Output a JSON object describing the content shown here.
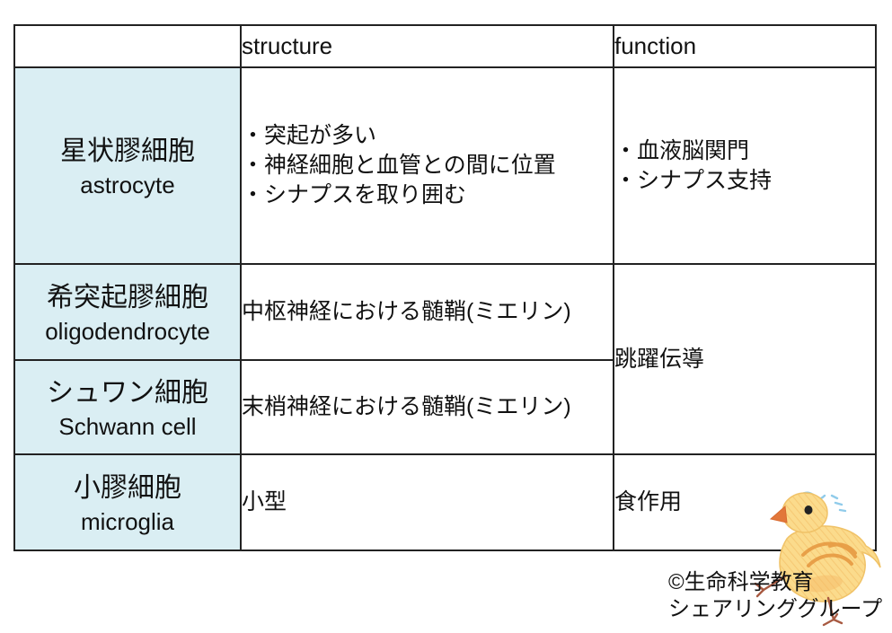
{
  "table": {
    "headers": [
      "",
      "structure",
      "function"
    ],
    "rows": [
      {
        "name_ja": "星状膠細胞",
        "name_en": "astrocyte",
        "structure_lines": [
          "・突起が多い",
          "・神経細胞と血管との間に位置",
          "・シナプスを取り囲む"
        ],
        "function_lines": [
          "・血液脳関門",
          "・シナプス支持"
        ]
      },
      {
        "name_ja": "希突起膠細胞",
        "name_en": "oligodendrocyte",
        "structure_lines": [
          "中枢神経における髄鞘(ミエリン)"
        ]
      },
      {
        "name_ja": "シュワン細胞",
        "name_en": "Schwann cell",
        "structure_lines": [
          "末梢神経における髄鞘(ミエリン)"
        ]
      },
      {
        "name_ja": "小膠細胞",
        "name_en": "microglia",
        "structure_lines": [
          "小型"
        ],
        "function_lines": [
          "食作用"
        ]
      }
    ],
    "merged_function": "跳躍伝導"
  },
  "credit": {
    "line1": "©生命科学教育",
    "line2": "シェアリンググループ"
  },
  "illustration": {
    "name": "chick-drawing"
  },
  "colors": {
    "name_cell_bg": "#daeef3",
    "table_border": "#222222",
    "chick_yellow": "#fbdb8c",
    "chick_orange": "#e79a42",
    "chick_blue": "#85c6e8"
  }
}
